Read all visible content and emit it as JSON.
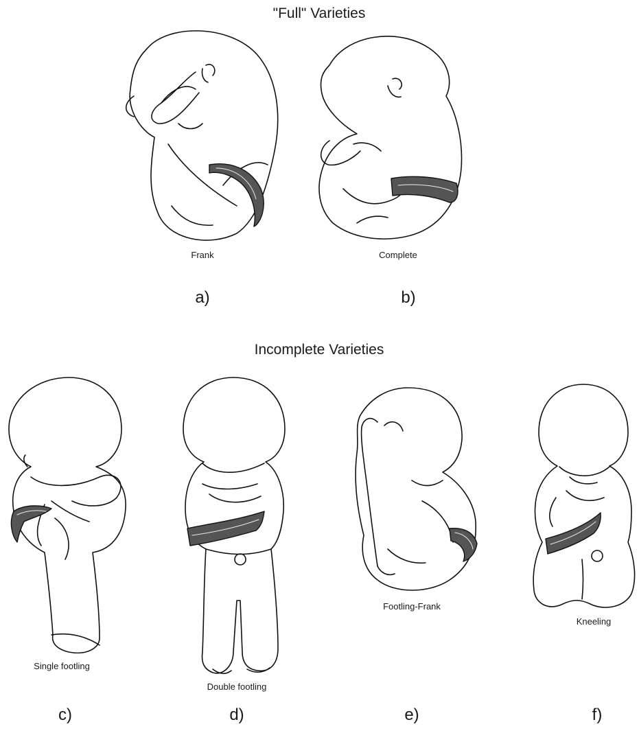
{
  "headings": {
    "full": "\"Full\" Varieties",
    "incomplete": "Incomplete Varieties"
  },
  "figures": [
    {
      "caption": "Frank",
      "letter": "a)"
    },
    {
      "caption": "Complete",
      "letter": "b)"
    },
    {
      "caption": "Single footling",
      "letter": "c)"
    },
    {
      "caption": "Double footling",
      "letter": "d)"
    },
    {
      "caption": "Footling-Frank",
      "letter": "e)"
    },
    {
      "caption": "Kneeling",
      "letter": "f)"
    }
  ]
}
